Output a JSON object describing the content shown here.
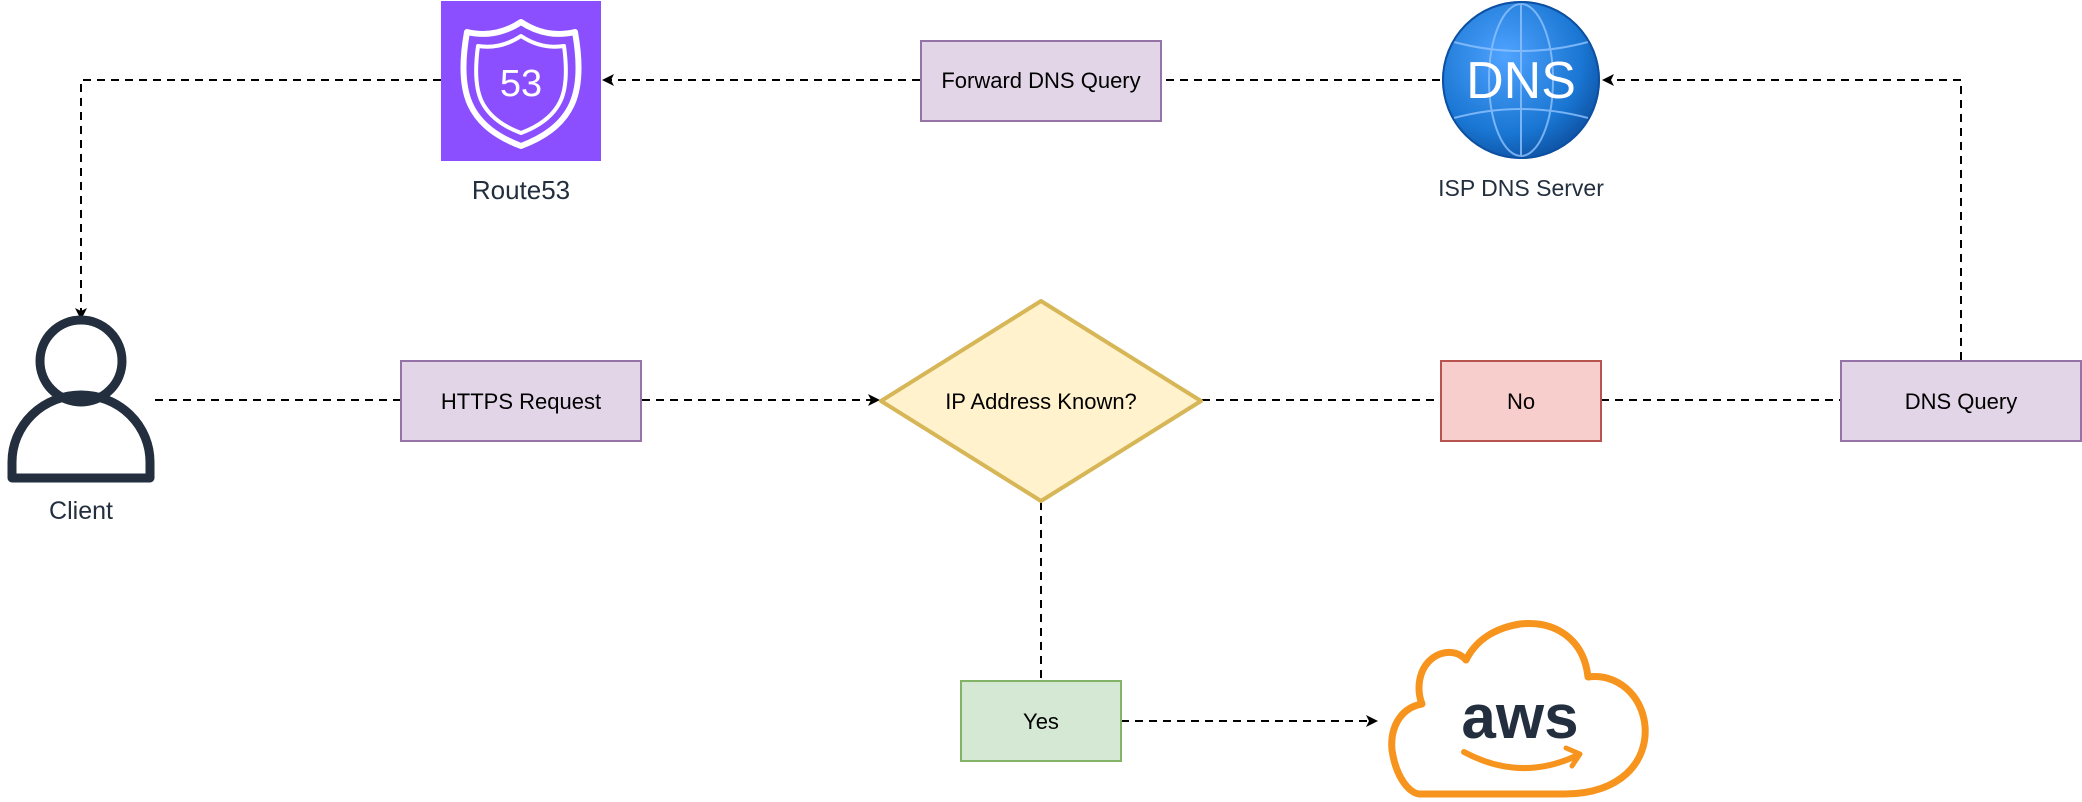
{
  "nodes": {
    "https_request": "HTTPS Request",
    "decision": "IP Address Known?",
    "no": "No",
    "yes": "Yes",
    "dns_query": "DNS Query",
    "forward_dns_query": "Forward DNS Query"
  },
  "icons": {
    "client": {
      "icon": "user-icon",
      "caption": "Client"
    },
    "route53": {
      "icon": "route53-icon",
      "badge": "53",
      "caption": "Route53"
    },
    "isp_dns": {
      "icon": "dns-globe-icon",
      "label": "DNS",
      "caption": "ISP DNS Server"
    },
    "aws": {
      "icon": "aws-cloud-icon",
      "label": "aws"
    }
  },
  "colors": {
    "purple_fill": "#e1d5e7",
    "purple_stroke": "#9673a6",
    "red_fill": "#f8cecc",
    "red_stroke": "#b85450",
    "green_fill": "#d5e8d4",
    "green_stroke": "#82b366",
    "yellow_fill": "#fff2cc",
    "yellow_stroke": "#d6b656",
    "route53": "#8c4fff",
    "dns_blue": "#1976d2",
    "aws_orange": "#f7941d",
    "aws_text": "#232f3e"
  }
}
